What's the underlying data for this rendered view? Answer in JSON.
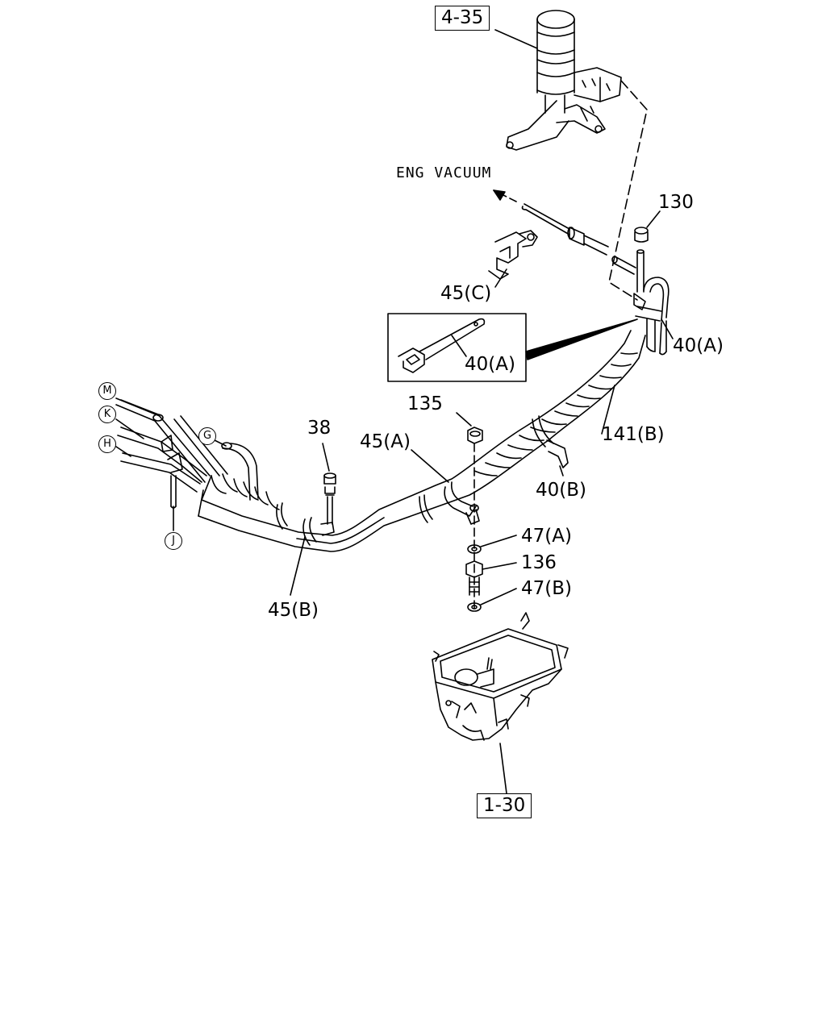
{
  "diagram": {
    "labels": {
      "ref_4_35": "4-35",
      "ref_1_30": "1-30",
      "eng_vacuum": "ENG VACUUM",
      "p130": "130",
      "p45c": "45(C)",
      "p40a_inset": "40(A)",
      "p40a": "40(A)",
      "p141b": "141(B)",
      "p135": "135",
      "p45a": "45(A)",
      "p38": "38",
      "p40b": "40(B)",
      "p47a": "47(A)",
      "p136": "136",
      "p47b": "47(B)",
      "p45b": "45(B)"
    },
    "connectors": {
      "m": "M",
      "k": "K",
      "g": "G",
      "h": "H",
      "j": "J"
    }
  }
}
